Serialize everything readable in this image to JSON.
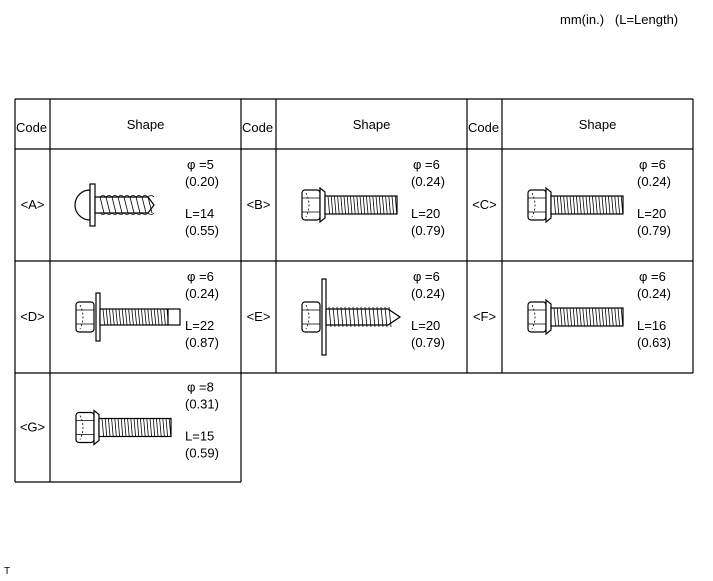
{
  "units_note": "mm(in.)   (L=Length)",
  "corner_mark": "T",
  "headers": {
    "code": "Code",
    "shape": "Shape"
  },
  "bolts": [
    {
      "code": "<A>",
      "diameter": "φ =5",
      "diameter_in": "(0.20)",
      "length": "L=14",
      "length_in": "(0.55)",
      "head": "pan"
    },
    {
      "code": "<B>",
      "diameter": "φ =6",
      "diameter_in": "(0.24)",
      "length": "L=20",
      "length_in": "(0.79)",
      "head": "hex-flange"
    },
    {
      "code": "<C>",
      "diameter": "φ =6",
      "diameter_in": "(0.24)",
      "length": "L=20",
      "length_in": "(0.79)",
      "head": "hex-flange"
    },
    {
      "code": "<D>",
      "diameter": "φ =6",
      "diameter_in": "(0.24)",
      "length": "L=22",
      "length_in": "(0.87)",
      "head": "hex-washer"
    },
    {
      "code": "<E>",
      "diameter": "φ =6",
      "diameter_in": "(0.24)",
      "length": "L=20",
      "length_in": "(0.79)",
      "head": "hex-washer-tapping"
    },
    {
      "code": "<F>",
      "diameter": "φ =6",
      "diameter_in": "(0.24)",
      "length": "L=16",
      "length_in": "(0.63)",
      "head": "hex-flange"
    },
    {
      "code": "<G>",
      "diameter": "φ =8",
      "diameter_in": "(0.31)",
      "length": "L=15",
      "length_in": "(0.59)",
      "head": "hex-flange"
    }
  ]
}
